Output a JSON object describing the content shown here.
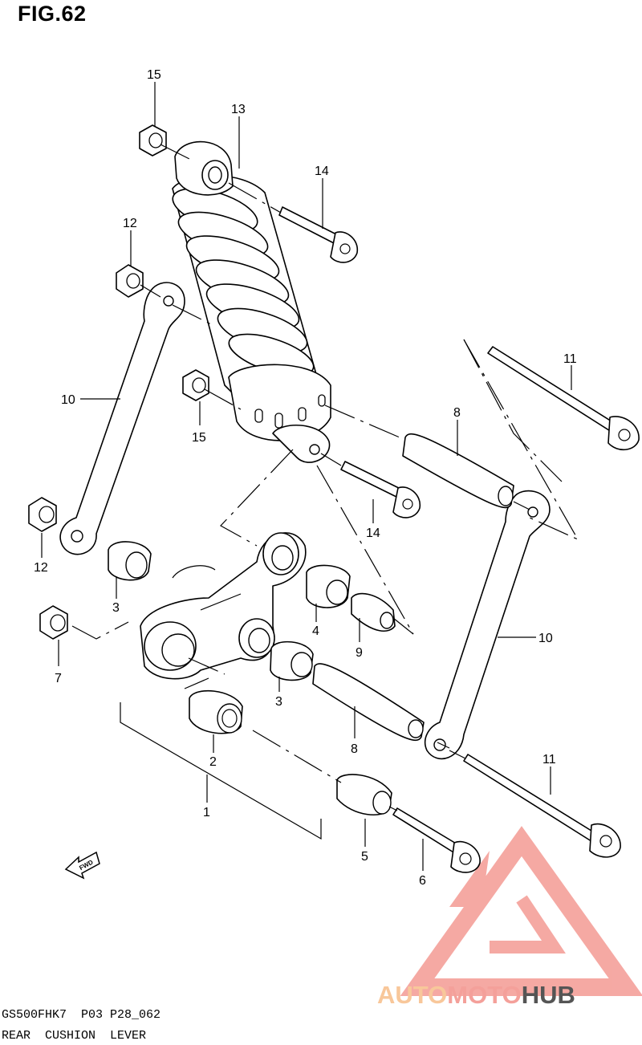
{
  "figure": {
    "title": "FIG.62",
    "model_code": "GS500FHK7  P03 P28_062",
    "section_name": "REAR  CUSHION  LEVER"
  },
  "callouts": [
    {
      "id": "c15a",
      "label": "15"
    },
    {
      "id": "c13",
      "label": "13"
    },
    {
      "id": "c14a",
      "label": "14"
    },
    {
      "id": "c12a",
      "label": "12"
    },
    {
      "id": "c11a",
      "label": "11"
    },
    {
      "id": "c10a",
      "label": "10"
    },
    {
      "id": "c15b",
      "label": "15"
    },
    {
      "id": "c8a",
      "label": "8"
    },
    {
      "id": "c14b",
      "label": "14"
    },
    {
      "id": "c12b",
      "label": "12"
    },
    {
      "id": "c3a",
      "label": "3"
    },
    {
      "id": "c4",
      "label": "4"
    },
    {
      "id": "c9",
      "label": "9"
    },
    {
      "id": "c10b",
      "label": "10"
    },
    {
      "id": "c7",
      "label": "7"
    },
    {
      "id": "c3b",
      "label": "3"
    },
    {
      "id": "c8b",
      "label": "8"
    },
    {
      "id": "c2",
      "label": "2"
    },
    {
      "id": "c11b",
      "label": "11"
    },
    {
      "id": "c1",
      "label": "1"
    },
    {
      "id": "c5",
      "label": "5"
    },
    {
      "id": "c6",
      "label": "6"
    }
  ],
  "fwd_label": "FWD",
  "watermark": {
    "part1": "AUTO",
    "part2": "MOTO",
    "part3": "HUB",
    "color_primary": "#f4a09a",
    "color_secondary": "#f8c79a",
    "color_dark": "#555555"
  }
}
